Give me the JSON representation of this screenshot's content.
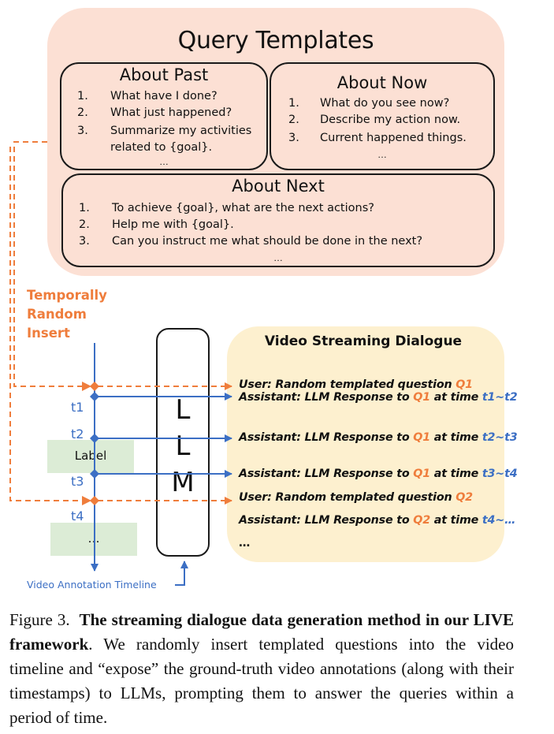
{
  "query_templates": {
    "title": "Query Templates",
    "about_past": {
      "title": "About Past",
      "items": [
        {
          "num": "1.",
          "text": "What have I done?"
        },
        {
          "num": "2.",
          "text": "What just happened?"
        },
        {
          "num": "3.",
          "text": "Summarize my activities"
        }
      ],
      "item3_cont": "related to {goal}.",
      "ellipsis": "…"
    },
    "about_now": {
      "title": "About Now",
      "items": [
        {
          "num": "1.",
          "text": "What do you see now?"
        },
        {
          "num": "2.",
          "text": "Describe my action now."
        },
        {
          "num": "3.",
          "text": "Current happened things."
        }
      ],
      "ellipsis": "…"
    },
    "about_next": {
      "title": "About Next",
      "items": [
        {
          "num": "1.",
          "text": "To achieve {goal}, what are the next actions?"
        },
        {
          "num": "2.",
          "text": "Help me with {goal}."
        },
        {
          "num": "3.",
          "text": "Can you instruct me what should be done in the next?"
        }
      ],
      "ellipsis": "…"
    }
  },
  "insert_label": [
    "Temporally",
    "Random",
    "Insert"
  ],
  "timeline": {
    "labels": [
      "t1",
      "t2",
      "t3",
      "t4"
    ],
    "annotation_boxes": [
      "Label",
      "…"
    ],
    "caption": "Video Annotation Timeline"
  },
  "llm": {
    "letters": [
      "L",
      "L",
      "M"
    ]
  },
  "dialogue": {
    "title": "Video Streaming Dialogue",
    "lines": [
      {
        "prefix": "User: Random templated question ",
        "q": "Q1",
        "mid": "",
        "t": ""
      },
      {
        "prefix": "Assistant: LLM Response to ",
        "q": "Q1",
        "mid": " at time ",
        "t": "t1~t2"
      },
      {
        "prefix": "Assistant: LLM Response to ",
        "q": "Q1",
        "mid": " at time ",
        "t": "t2~t3"
      },
      {
        "prefix": "Assistant: LLM Response to ",
        "q": "Q1",
        "mid": " at time ",
        "t": "t3~t4"
      },
      {
        "prefix": "User: Random templated question ",
        "q": "Q2",
        "mid": "",
        "t": ""
      },
      {
        "prefix": "Assistant: LLM Response to ",
        "q": "Q2",
        "mid": " at time ",
        "t": "t4~…"
      }
    ],
    "ellipsis": "…"
  },
  "colors": {
    "orange": "#ef7d3c",
    "blue": "#3c6fc4",
    "template_bg": "#fce0d4",
    "dialogue_bg": "#fdf0cf",
    "label_bg": "#dcecd6"
  },
  "caption": {
    "figure_label": "Figure 3.",
    "bold": "The streaming dialogue data generation method in our LIVE framework",
    "rest": ". We randomly insert templated questions into the video timeline and “expose” the ground-truth video annotations (along with their timestamps) to LLMs, prompting them to answer the queries within a period of time."
  }
}
